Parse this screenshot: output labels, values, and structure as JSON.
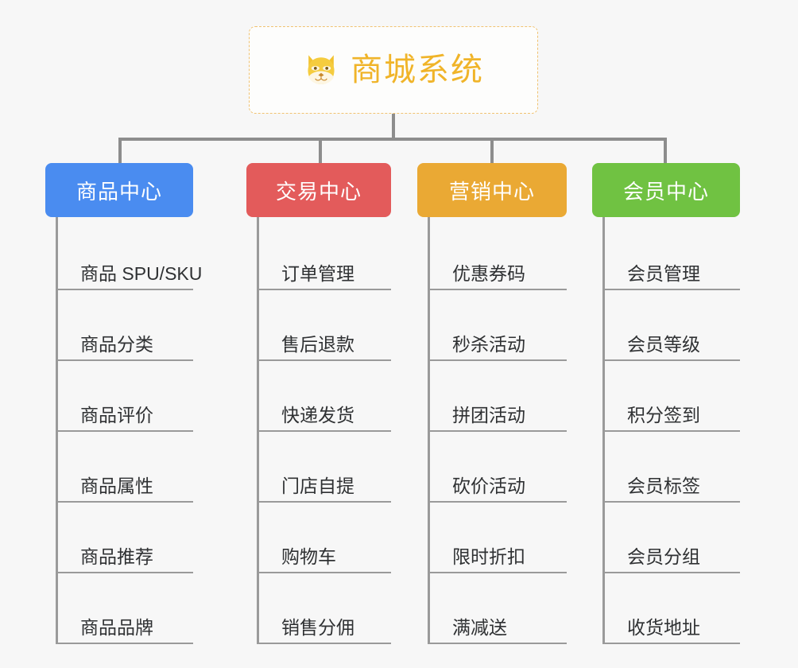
{
  "root": {
    "title": "商城系统",
    "icon": "shiba-dog-face-icon",
    "accent_color": "#f0b429",
    "border_color": "#f0c271"
  },
  "connector_color": "#8d8d8d",
  "branches": [
    {
      "label": "商品中心",
      "color": "#4a8cf0",
      "items": [
        "商品 SPU/SKU",
        "商品分类",
        "商品评价",
        "商品属性",
        "商品推荐",
        "商品品牌"
      ]
    },
    {
      "label": "交易中心",
      "color": "#e35b5b",
      "items": [
        "订单管理",
        "售后退款",
        "快递发货",
        "门店自提",
        "购物车",
        "销售分佣"
      ]
    },
    {
      "label": "营销中心",
      "color": "#eaa934",
      "items": [
        "优惠券码",
        "秒杀活动",
        "拼团活动",
        "砍价活动",
        "限时折扣",
        "满减送"
      ]
    },
    {
      "label": "会员中心",
      "color": "#70c242",
      "items": [
        "会员管理",
        "会员等级",
        "积分签到",
        "会员标签",
        "会员分组",
        "收货地址"
      ]
    }
  ]
}
